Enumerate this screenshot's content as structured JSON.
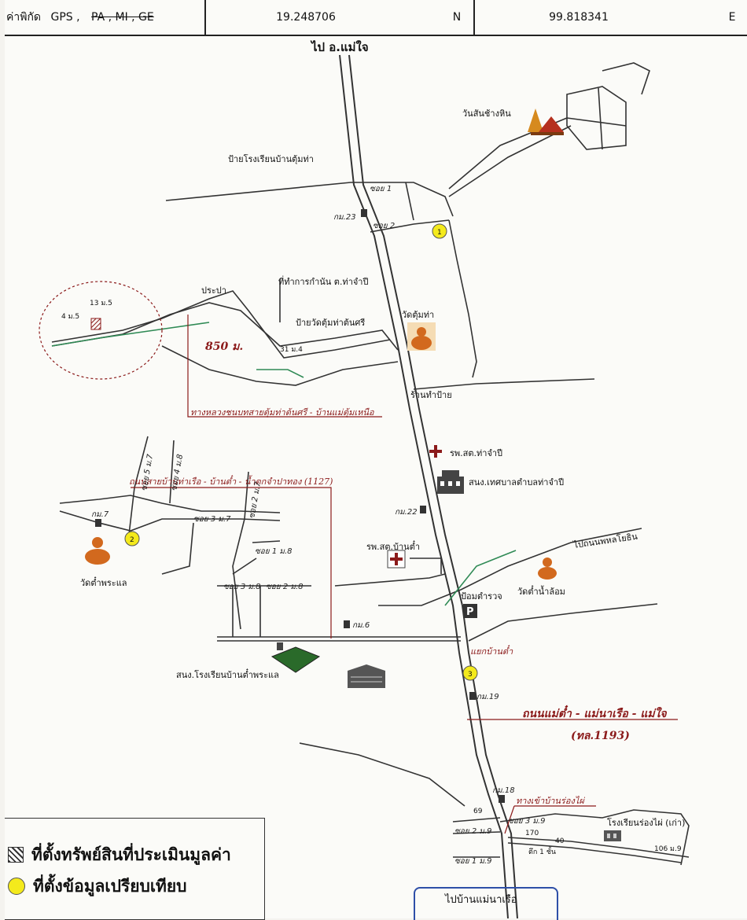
{
  "header": {
    "label": "ค่าพิกัด",
    "gps_options": "GPS ,",
    "struck_options": "PA , MI , GE",
    "latitude": "19.248706",
    "lat_dir": "N",
    "longitude": "99.818341",
    "lon_dir": "E"
  },
  "map": {
    "to_north": "ไป อ.แม่ใจ",
    "temple_top": "วันสันช้างหิน",
    "school_sign": "ป้ายโรงเรียนบ้านตุ้มท่า",
    "soi1": "ซอย 1",
    "soi2": "ซอย 2",
    "km23": "กม.23",
    "office_kamnan": "ที่ทำการกำนัน ต.ท่าจำปี",
    "prapa": "ประปา",
    "temple_sign": "ป้ายวัดตุ้มท่าต้นศรี",
    "temple_tumtha": "วัดตุ้มท่า",
    "house_4": "4 ม.5",
    "house_13": "13 ม.5",
    "house_31": "31 ม.4",
    "distance": "850 ม.",
    "rural_road": "ทางหลวงชนบทสายตุ้มท่าต้นศรี - บ้านแม่ตุ้มเหนือ",
    "shop": "ร้านทำป้าย",
    "hospital_tajampi": "รพ.สต.ท่าจำปี",
    "municipality": "สนง.เทศบาลตำบลท่าจำปี",
    "road_1127": "ถนนสายบ้านท่าเรือ - บ้านต๋ำ - น้ำตกจำปาทอง (1127)",
    "km7": "กม.7",
    "soi5_m7": "ซอย 5 ม.7",
    "soi4_m8": "ซอย 4 ม.8",
    "soi3_m7": "ซอย 3 ม.7",
    "soi2_m7": "ซอย 2 ม.7",
    "soi1_m8": "ซอย 1 ม.8",
    "soi3_m8": "ซอย 3 ม.8",
    "soi2_m8": "ซอย 2 ม.8",
    "temple_phralae": "วัดต๋ำพระแล",
    "km22": "กม.22",
    "hospital_bantam": "รพ.สต.บ้านต๋ำ",
    "police": "ป้อมตำรวจ",
    "temple_namlom": "วัดต๋ำน้ำล้อม",
    "to_phahonyothin": "ไปถนนพหลโยธิน",
    "km6": "กม.6",
    "junction": "แยกบ้านต๋ำ",
    "school_phralae": "สนง.โรงเรียนบ้านต๋ำพระแล",
    "km19": "กม.19",
    "main_road": "ถนนแม่ต๋ำ - แม่นาเรือ - แม่ใจ",
    "main_road_code": "(ทล.1193)",
    "km18": "กม.18",
    "entrance": "ทางเข้าบ้านร่องไผ่",
    "soi3_m9": "ซอย 3 ม.9",
    "soi2_m9": "ซอย 2 ม.9",
    "soi1_m9": "ซอย 1 ม.9",
    "no69": "69",
    "no170": "170",
    "no40": "40",
    "building": "ตึก 1 ชั้น",
    "school_rongphai": "โรงเรียนร่องไผ่ (เก่า)",
    "no106": "106 ม.9",
    "to_south": "ไปบ้านแม่นาเรือ",
    "pin1": "1",
    "pin2": "2",
    "pin3": "3"
  },
  "legend": {
    "subject_property": "ที่ตั้งทรัพย์สินที่ประเมินมูลค่า",
    "comparables": "ที่ตั้งข้อมูลเปรียบเทียบ"
  },
  "colors": {
    "pin": "#f4ea1c",
    "route_label": "#8b1a1a",
    "stream": "#2f8a55",
    "stamp": "#2e4fa8"
  }
}
